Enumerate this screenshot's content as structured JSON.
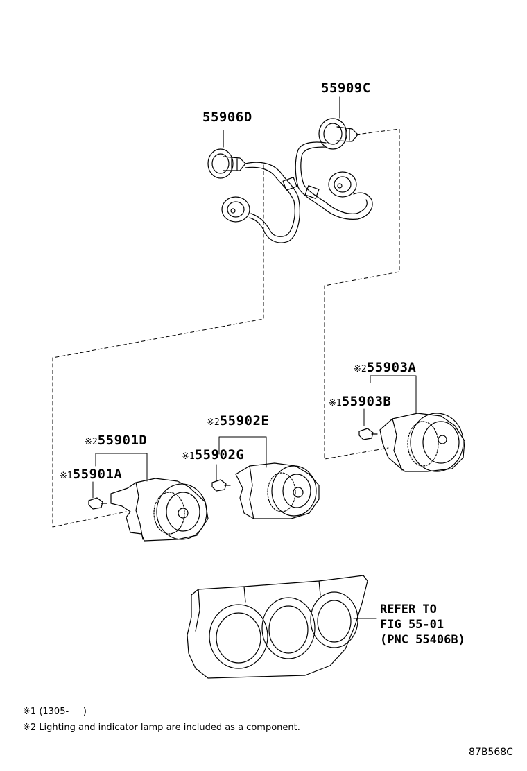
{
  "diagram": {
    "parts": {
      "p55909C": {
        "code": "55909C"
      },
      "p55906D": {
        "code": "55906D"
      },
      "p55903A": {
        "mark": "※2",
        "code": "55903A"
      },
      "p55903B": {
        "mark": "※1",
        "code": "55903B"
      },
      "p55902E": {
        "mark": "※2",
        "code": "55902E"
      },
      "p55902G": {
        "mark": "※1",
        "code": "55902G"
      },
      "p55901D": {
        "mark": "※2",
        "code": "55901D"
      },
      "p55901A": {
        "mark": "※1",
        "code": "55901A"
      }
    },
    "refer": {
      "line1": "REFER TO",
      "line2": "FIG 55-01",
      "line3": "(PNC 55406B)"
    },
    "notes": [
      {
        "mark": "※1",
        "text": "(1305-     )"
      },
      {
        "mark": "※2",
        "text": "Lighting and indicator lamp are included as a component."
      }
    ],
    "figure_id": "87B568C",
    "colors": {
      "ink": "#000000",
      "paper": "#ffffff"
    }
  }
}
